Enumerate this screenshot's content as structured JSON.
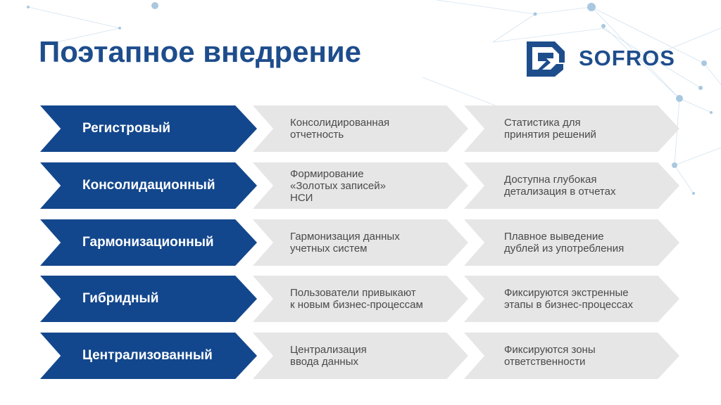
{
  "title": "Поэтапное внедрение",
  "logo": {
    "text": "SOFROS",
    "icon": "sofros-logo-icon"
  },
  "colors": {
    "title": "#1e4d8c",
    "step_blue": "#13478d",
    "cell_gray": "#e6e6e6",
    "cell_text": "#4a4a4a",
    "network": "#b9d3e6"
  },
  "steps": [
    {
      "name": "Регистровый",
      "col2": "Консолидированная\nотчетность",
      "col3": "Статистика для\nпринятия решений"
    },
    {
      "name": "Консолидационный",
      "col2": "Формирование\n«Золотых записей»\nНСИ",
      "col3": "Доступна глубокая\nдетализация в отчетах"
    },
    {
      "name": "Гармонизационный",
      "col2": "Гармонизация данных\nучетных систем",
      "col3": "Плавное выведение\nдублей из употребления"
    },
    {
      "name": "Гибридный",
      "col2": "Пользователи привыкают\nк новым бизнес-процессам",
      "col3": "Фиксируются экстренные\nэтапы в бизнес-процессах"
    },
    {
      "name": "Централизованный",
      "col2": "Централизация\nввода данных",
      "col3": "Фиксируются зоны\nответственности"
    }
  ]
}
